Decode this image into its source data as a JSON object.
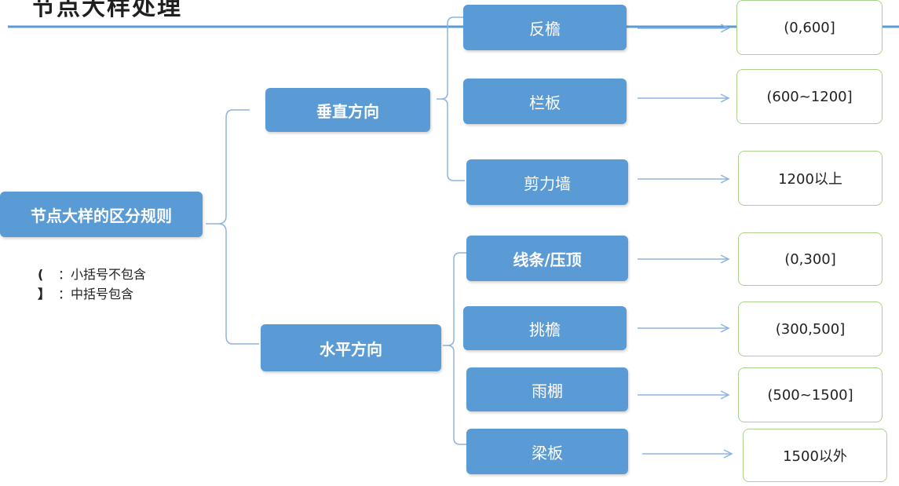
{
  "title": "节点大样处理",
  "root": {
    "label": "节点大样的区分规则"
  },
  "legend": [
    {
      "symbol": "(",
      "text": "：小括号不包含"
    },
    {
      "symbol": "】",
      "text": "：中括号包含"
    }
  ],
  "groups": [
    {
      "label": "垂直方向",
      "items": [
        {
          "label": "反檐",
          "range": "(0,600]"
        },
        {
          "label": "栏板",
          "range": "(600~1200]"
        },
        {
          "label": "剪力墙",
          "range": "1200以上"
        }
      ]
    },
    {
      "label": "水平方向",
      "items": [
        {
          "label": "线条/压顶",
          "range": "(0,300]"
        },
        {
          "label": "挑檐",
          "range": "(300,500]"
        },
        {
          "label": "雨棚",
          "range": "(500~1500]"
        },
        {
          "label": "梁板",
          "range": "1500以外"
        }
      ]
    }
  ],
  "colors": {
    "node": "#5b9bd5",
    "line": "#8db3e2",
    "result_border": "#a9d18e",
    "rule": "#5b9bd5"
  }
}
